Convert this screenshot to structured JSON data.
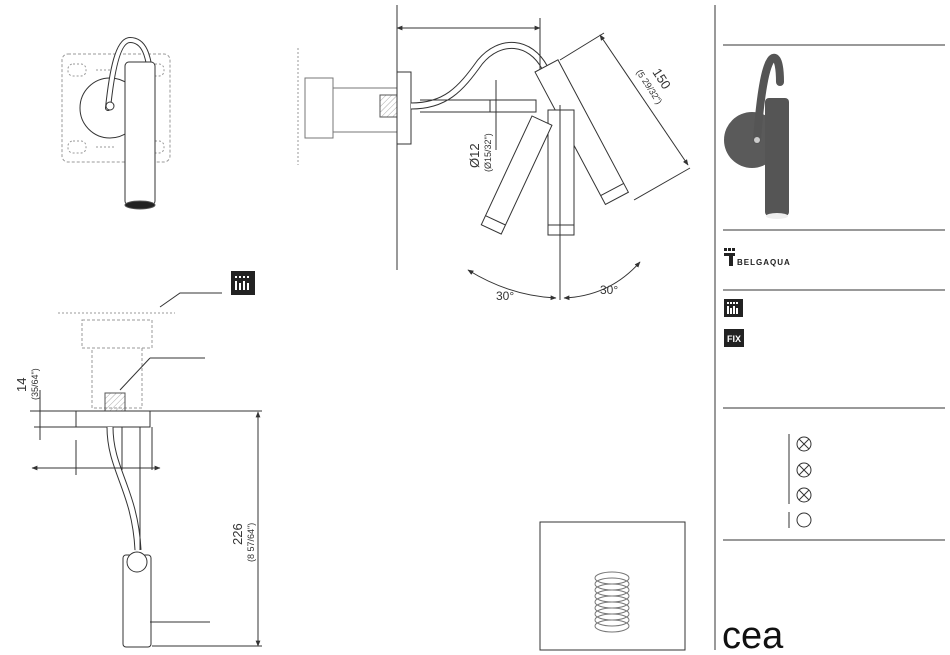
{
  "top_view": {
    "width_dim": "150",
    "width_dim_inch": "(5 29/32\")",
    "diameter_dim": "Ø12",
    "diameter_dim_inch": "(Ø15/32\")",
    "angle_left": "30°",
    "angle_right": "30°"
  },
  "side_view": {
    "flange_dim": "14",
    "flange_dim_inch": "(35/64\")",
    "length_dim": "226",
    "length_dim_inch": "(8 57/64\")"
  },
  "sidebar": {
    "brand_name": "BELGAQUA",
    "fix_label": "FIX",
    "logo_text": "cea",
    "options": [
      {
        "symbol": "crossed-circle"
      },
      {
        "symbol": "crossed-circle"
      },
      {
        "symbol": "crossed-circle"
      },
      {
        "symbol": "circle"
      }
    ]
  },
  "colors": {
    "line": "#333333",
    "product_gray": "#5a5a5a"
  }
}
